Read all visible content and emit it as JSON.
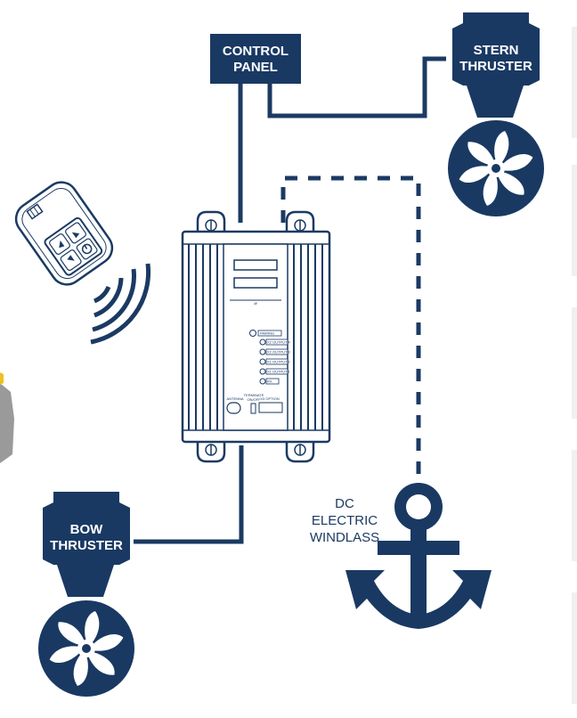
{
  "colors": {
    "navy": "#193963",
    "line": "#1b3a63",
    "panel_gray": "#e9ecef"
  },
  "labels": {
    "control_panel": [
      "CONTROL",
      "PANEL"
    ],
    "stern_thruster": [
      "STERN",
      "THRUSTER"
    ],
    "bow_thruster": [
      "BOW",
      "THRUSTER"
    ],
    "windlass": [
      "DC",
      "ELECTRIC",
      "WINDLASS"
    ]
  },
  "controller": {
    "indicators": [
      "PAIRING",
      "X2 OUTPUT 4",
      "X2 OUTPUT 3",
      "X1 OUTPUT 2",
      "X1 OUTPUT 1",
      "RX"
    ],
    "antenna": "ANTENNA",
    "terminate": [
      "TERMINATE",
      "ON/OFF"
    ],
    "x3_option": "X3 OPTION"
  },
  "icons": [
    "remote-control-icon",
    "wireless-signal-icon",
    "propeller-icon",
    "anchor-icon"
  ]
}
